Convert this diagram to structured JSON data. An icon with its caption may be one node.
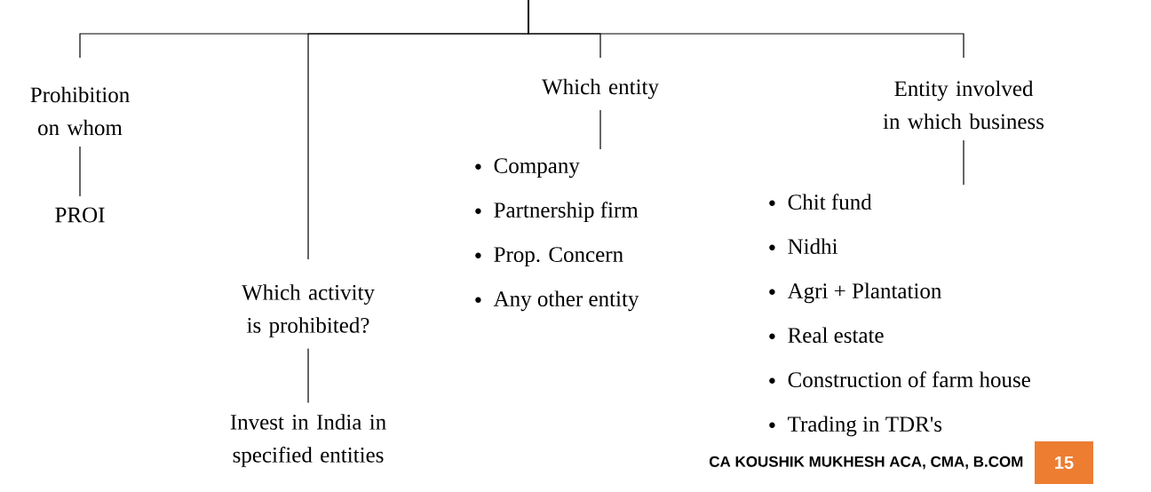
{
  "diagram": {
    "nodes": [
      {
        "text": [
          "Prohibition on whom"
        ]
      },
      {
        "text": [
          "PROI"
        ]
      },
      {
        "text": [
          "Which activity is prohibited?"
        ]
      },
      {
        "text": [
          "Invest in India in specified entities"
        ]
      },
      {
        "text": [
          "Which entity"
        ]
      },
      {
        "text": [
          "Company",
          "Partnership firm",
          "Prop. Concern",
          "Any other entity"
        ]
      },
      {
        "text": [
          "Entity involved in which business"
        ]
      },
      {
        "text": [
          "Chit fund",
          "Nidhi",
          "Agri + Plantation",
          "Real estate",
          "Construction of farm house",
          "Trading in TDR's"
        ]
      }
    ],
    "edges": [
      {
        "from": null,
        "to": 0,
        "arrow": "none"
      },
      {
        "from": null,
        "to": 2,
        "arrow": "none"
      },
      {
        "from": null,
        "to": 4,
        "arrow": "none"
      },
      {
        "from": null,
        "to": 6,
        "arrow": "none"
      },
      {
        "from": 0,
        "to": 1,
        "arrow": "none"
      },
      {
        "from": 2,
        "to": 3,
        "arrow": "none"
      },
      {
        "from": 4,
        "to": 5,
        "arrow": "none"
      },
      {
        "from": 6,
        "to": 7,
        "arrow": "none"
      }
    ],
    "labels": [
      "CA KOUSHIK MUKHESH ACA, CMA, B.COM",
      "15"
    ]
  }
}
